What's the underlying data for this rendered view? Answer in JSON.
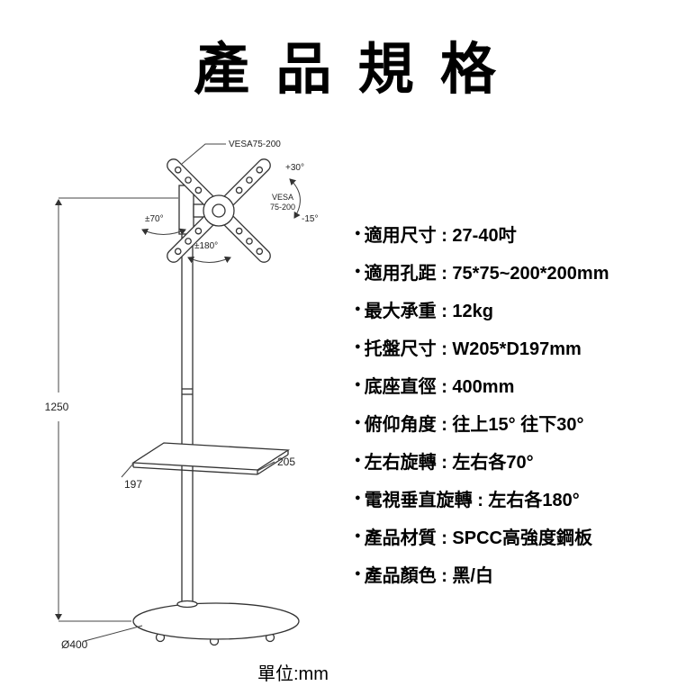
{
  "page": {
    "title": "產 品 規 格",
    "unit_label": "單位:mm"
  },
  "specs": {
    "bullet": "●",
    "items": [
      "適用尺寸 : 27-40吋",
      "適用孔距 : 75*75~200*200mm",
      "最大承重 : 12kg",
      "托盤尺寸 : W205*D197mm",
      "底座直徑 : 400mm",
      "俯仰角度 : 往上15° 往下30°",
      "左右旋轉 : 左右各70°",
      "電視垂直旋轉 : 左右各180°",
      "產品材質 : SPCC高強度鋼板",
      "產品顏色 : 黑/白"
    ]
  },
  "diagram": {
    "labels": {
      "vesa_top": "VESA75-200",
      "vesa_line1": "VESA",
      "vesa_line2": "75-200",
      "tilt_up": "+30°",
      "tilt_down": "-15°",
      "swivel": "±70°",
      "rotation": "±180°",
      "height": "1250",
      "tray_depth": "197",
      "tray_width": "205",
      "base_diameter": "Ø400"
    }
  }
}
